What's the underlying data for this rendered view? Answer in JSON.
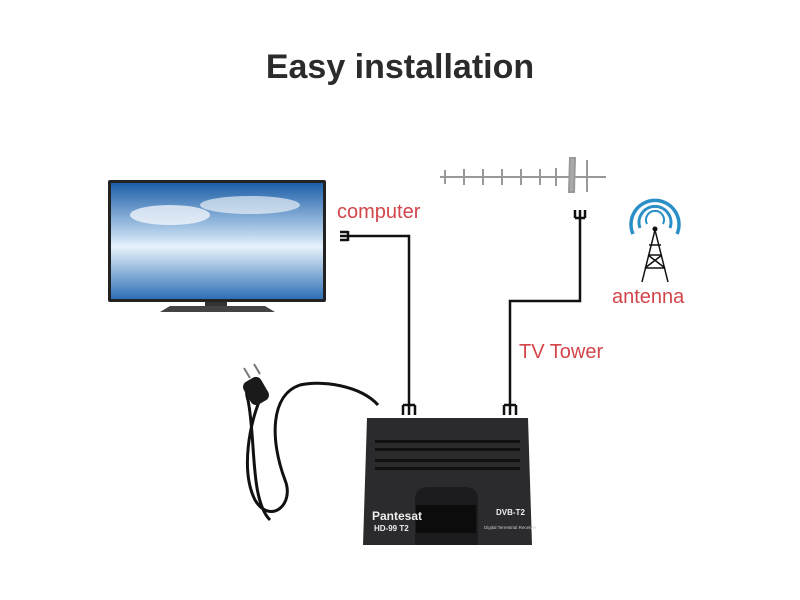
{
  "title": "Easy installation",
  "labels": {
    "computer": "computer",
    "antenna": "antenna",
    "tv_tower": "TV Tower"
  },
  "device": {
    "brand": "Pantesat",
    "model": "HD-99 T2",
    "logo": "DVB-T2",
    "subtitle": "Digital Terrestrial Receiver"
  },
  "colors": {
    "label": "#d2454b",
    "signal": "#2a8fc7",
    "line": "#111111"
  }
}
